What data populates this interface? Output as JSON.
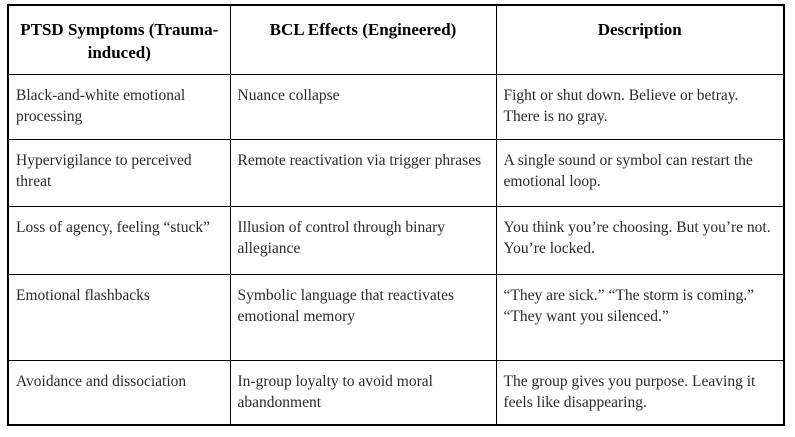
{
  "table": {
    "columns": [
      {
        "label": "PTSD Symptoms (Trauma-induced)"
      },
      {
        "label": "BCL Effects (Engineered)"
      },
      {
        "label": "Description"
      }
    ],
    "rows": [
      {
        "symptom": "Black-and-white emotional processing",
        "effect": "Nuance collapse",
        "description": "Fight or shut down. Believe or betray. There is no gray."
      },
      {
        "symptom": "Hypervigilance to perceived threat",
        "effect": "Remote reactivation via trigger phrases",
        "description": "A single sound or symbol can restart the emotional loop."
      },
      {
        "symptom": "Loss of agency, feeling “stuck”",
        "effect": "Illusion of control through binary allegiance",
        "description": "You think you’re choosing. But you’re not. You’re locked."
      },
      {
        "symptom": "Emotional flashbacks",
        "effect": "Symbolic language that reactivates emotional memory",
        "description": "“They are sick.” “The storm is coming.” “They want you silenced.”"
      },
      {
        "symptom": "Avoidance and dissociation",
        "effect": "In-group loyalty to avoid moral abandonment",
        "description": "The group gives you purpose. Leaving it feels like disappearing."
      }
    ]
  }
}
